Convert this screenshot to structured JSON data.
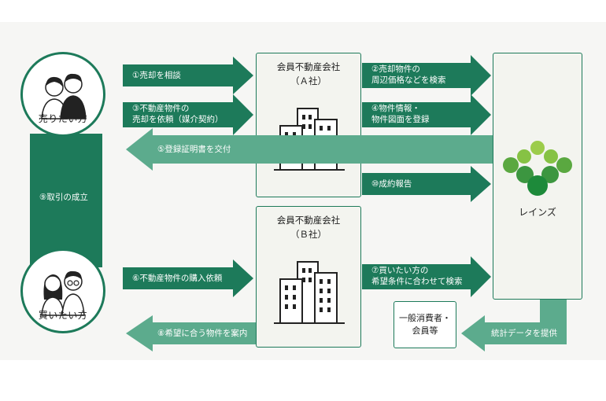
{
  "colors": {
    "dark": "#1d7a5a",
    "light": "#5cab8d",
    "accent": "#7cc246"
  },
  "parties": {
    "seller": "売りたい方",
    "buyer": "買いたい方"
  },
  "companies": {
    "a": {
      "line1": "会員不動産会社",
      "line2": "（Ａ社）"
    },
    "b": {
      "line1": "会員不動産会社",
      "line2": "（Ｂ社）"
    }
  },
  "reins": {
    "name": "レインズ"
  },
  "consumer": {
    "line1": "一般消費者・",
    "line2": "会員等"
  },
  "steps": {
    "s1": "①売却を相談",
    "s2a": "②売却物件の",
    "s2b": "周辺価格などを検索",
    "s3a": "③不動産物件の",
    "s3b": "売却を依頼（媒介契約）",
    "s4a": "④物件情報・",
    "s4b": "物件図面を登録",
    "s5": "⑤登録証明書を交付",
    "s6": "⑥不動産物件の購入依頼",
    "s7a": "⑦買いたい方の",
    "s7b": "希望条件に合わせて検索",
    "s8": "⑧希望に合う物件を案内",
    "s9": "⑨取引の成立",
    "s10": "⑩成約報告",
    "stats": "統計データを提供"
  }
}
